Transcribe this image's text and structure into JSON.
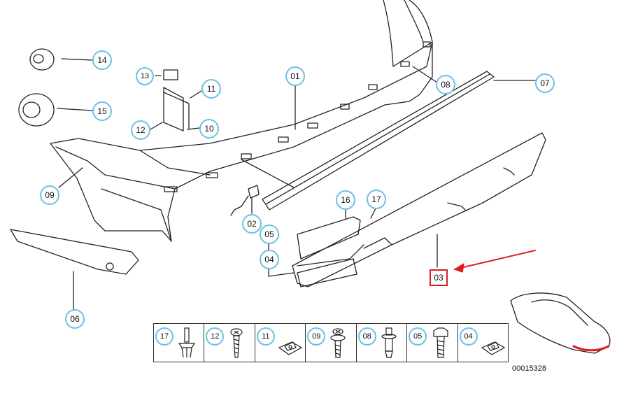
{
  "diagram": {
    "catalog_id": "00015328",
    "callouts": [
      "14",
      "15",
      "13",
      "11",
      "12",
      "10",
      "01",
      "08",
      "07",
      "09",
      "02",
      "05",
      "04",
      "16",
      "17",
      "06",
      "03"
    ],
    "highlighted_callout": "03",
    "strip": [
      "17",
      "12",
      "11",
      "09",
      "08",
      "05",
      "04"
    ],
    "colors": {
      "callout_border": "#6cc1e2",
      "highlight": "#e01b1b",
      "line": "#222222"
    }
  }
}
